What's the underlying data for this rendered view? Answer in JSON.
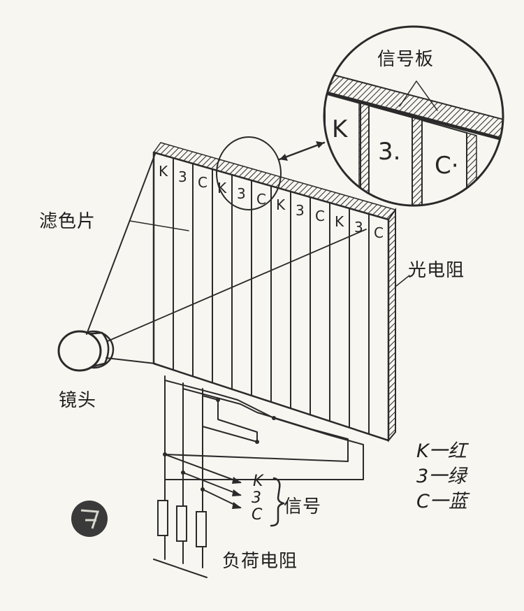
{
  "labels": {
    "signal_board": "信号板",
    "color_filter": "滤色片",
    "photoresistor": "光电阻",
    "lens": "镜头",
    "signal": "信号",
    "load_resistor": "负荷电阻"
  },
  "strip_letters": [
    "K",
    "3",
    "C",
    "K",
    "3",
    "C",
    "K",
    "3",
    "C",
    "K",
    "3",
    "C"
  ],
  "magnified_letters": [
    "K",
    "3.",
    "C·"
  ],
  "signal_outputs": [
    "K",
    "3",
    "C"
  ],
  "legend": [
    {
      "code": "K",
      "dash": "一",
      "meaning": "红"
    },
    {
      "code": "3",
      "dash": "一",
      "meaning": "绿"
    },
    {
      "code": "C",
      "dash": "一",
      "meaning": "蓝"
    }
  ]
}
